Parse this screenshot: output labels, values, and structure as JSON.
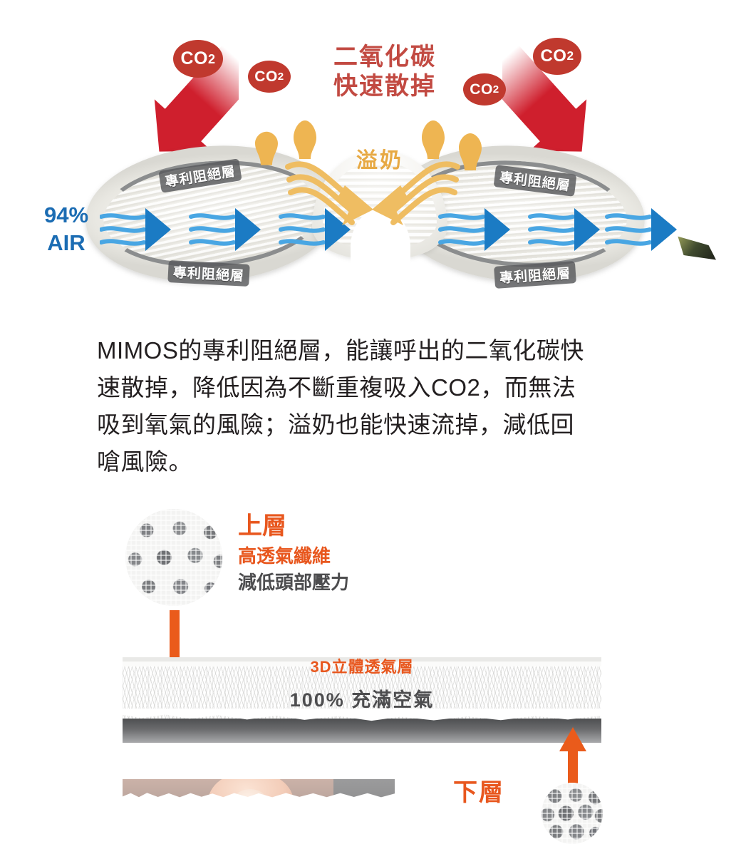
{
  "hero": {
    "headline_line1": "二氧化碳",
    "headline_line2": "快速散掉",
    "headline_color": "#c24a42",
    "milk_label": "溢奶",
    "milk_color": "#e7a944",
    "air_percent": "94%",
    "air_word": "AIR",
    "air_color": "#1b6cb3",
    "co2_bubbles": [
      {
        "label": "CO",
        "sub": "2",
        "name": "co2-bubble-1"
      },
      {
        "label": "CO",
        "sub": "2",
        "name": "co2-bubble-2"
      },
      {
        "label": "CO",
        "sub": "2",
        "name": "co2-bubble-3"
      },
      {
        "label": "CO",
        "sub": "2",
        "name": "co2-bubble-4"
      }
    ],
    "barrier_labels": [
      {
        "text": "專利阻絕層",
        "position": "upper-left"
      },
      {
        "text": "專利阻絕層",
        "position": "lower-left"
      },
      {
        "text": "專利阻絕層",
        "position": "upper-right"
      },
      {
        "text": "專利阻絕層",
        "position": "lower-right"
      }
    ],
    "co2_arrow_color": "#cf1f2d",
    "air_arrow_color": "#1b7bc4",
    "milk_arrow_color": "#efbd62"
  },
  "body_paragraph": {
    "line1": "MIMOS的專利阻絕層，能讓呼出的二氧化碳快",
    "line2": "速散掉，降低因為不斷重複吸入CO2，而無法",
    "line3": "吸到氧氣的風險；溢奶也能快速流掉，減低回",
    "line4": "嗆風險。"
  },
  "layers": {
    "upper": {
      "title": "上層",
      "subtitle": "高透氣纖維",
      "description": "減低頭部壓力",
      "title_color": "#e8571e",
      "description_color": "#4d4d4f"
    },
    "middle": {
      "band_title": "3D立體透氣層",
      "band_value": "100% 充滿空氣",
      "band_title_color": "#e8571e",
      "band_value_color": "#4d4d4f"
    },
    "lower": {
      "title": "下層",
      "title_color": "#e8571e"
    }
  }
}
